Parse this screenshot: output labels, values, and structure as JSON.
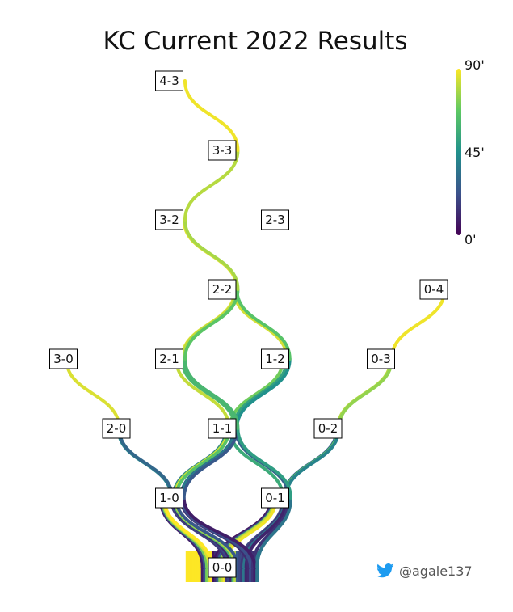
{
  "chart_data": {
    "type": "tree",
    "title": "KC Current 2022 Results",
    "colorbar": {
      "label_top": "90'",
      "label_mid": "45'",
      "label_bottom": "0'",
      "colors": [
        "#440154",
        "#3b528b",
        "#21918c",
        "#5ec962",
        "#fde725"
      ]
    },
    "nodes": [
      {
        "id": "0-0",
        "home": 0,
        "away": 0
      },
      {
        "id": "1-0",
        "home": 1,
        "away": 0
      },
      {
        "id": "0-1",
        "home": 0,
        "away": 1
      },
      {
        "id": "2-0",
        "home": 2,
        "away": 0
      },
      {
        "id": "1-1",
        "home": 1,
        "away": 1
      },
      {
        "id": "0-2",
        "home": 0,
        "away": 2
      },
      {
        "id": "3-0",
        "home": 3,
        "away": 0
      },
      {
        "id": "2-1",
        "home": 2,
        "away": 1
      },
      {
        "id": "1-2",
        "home": 1,
        "away": 2
      },
      {
        "id": "0-3",
        "home": 0,
        "away": 3
      },
      {
        "id": "2-2",
        "home": 2,
        "away": 2
      },
      {
        "id": "0-4",
        "home": 0,
        "away": 4
      },
      {
        "id": "3-2",
        "home": 3,
        "away": 2
      },
      {
        "id": "2-3",
        "home": 2,
        "away": 3
      },
      {
        "id": "3-3",
        "home": 3,
        "away": 3
      },
      {
        "id": "4-3",
        "home": 4,
        "away": 3
      }
    ],
    "matches": [
      {
        "goals": []
      },
      {
        "goals": []
      },
      {
        "goals": []
      },
      {
        "goals": []
      },
      {
        "goals": []
      },
      {
        "goals": []
      },
      {
        "goals": []
      },
      {
        "goals": [
          {
            "side": "home",
            "minute": 8
          }
        ]
      },
      {
        "goals": [
          {
            "side": "home",
            "minute": 22
          }
        ]
      },
      {
        "goals": [
          {
            "side": "home",
            "minute": 70
          }
        ]
      },
      {
        "goals": [
          {
            "side": "home",
            "minute": 85
          }
        ]
      },
      {
        "goals": [
          {
            "side": "home",
            "minute": 90
          }
        ]
      },
      {
        "goals": [
          {
            "side": "away",
            "minute": 5
          }
        ]
      },
      {
        "goals": [
          {
            "side": "away",
            "minute": 12
          }
        ]
      },
      {
        "goals": [
          {
            "side": "away",
            "minute": 30
          }
        ]
      },
      {
        "goals": [
          {
            "side": "away",
            "minute": 75
          }
        ]
      },
      {
        "goals": [
          {
            "side": "away",
            "minute": 82
          }
        ]
      },
      {
        "goals": [
          {
            "side": "away",
            "minute": 88
          }
        ]
      },
      {
        "goals": [
          {
            "side": "home",
            "minute": 15
          },
          {
            "side": "home",
            "minute": 40
          }
        ]
      },
      {
        "goals": [
          {
            "side": "home",
            "minute": 20
          },
          {
            "side": "home",
            "minute": 30
          },
          {
            "side": "home",
            "minute": 85
          }
        ]
      },
      {
        "goals": [
          {
            "side": "home",
            "minute": 10
          },
          {
            "side": "away",
            "minute": 35
          }
        ]
      },
      {
        "goals": [
          {
            "side": "home",
            "minute": 60
          },
          {
            "side": "away",
            "minute": 70
          }
        ]
      },
      {
        "goals": [
          {
            "side": "home",
            "minute": 80
          },
          {
            "side": "away",
            "minute": 88
          }
        ]
      },
      {
        "goals": [
          {
            "side": "home",
            "minute": 25
          },
          {
            "side": "away",
            "minute": 65
          },
          {
            "side": "home",
            "minute": 82
          }
        ]
      },
      {
        "goals": [
          {
            "side": "away",
            "minute": 20
          },
          {
            "side": "home",
            "minute": 55
          },
          {
            "side": "away",
            "minute": 70
          }
        ]
      },
      {
        "goals": [
          {
            "side": "away",
            "minute": 15
          },
          {
            "side": "away",
            "minute": 28
          }
        ]
      },
      {
        "goals": [
          {
            "side": "away",
            "minute": 35
          },
          {
            "side": "away",
            "minute": 65
          },
          {
            "side": "away",
            "minute": 80
          }
        ]
      },
      {
        "goals": [
          {
            "side": "away",
            "minute": 10
          },
          {
            "side": "away",
            "minute": 40
          },
          {
            "side": "away",
            "minute": 75
          },
          {
            "side": "away",
            "minute": 88
          }
        ]
      },
      {
        "goals": [
          {
            "side": "home",
            "minute": 12
          },
          {
            "side": "away",
            "minute": 30
          },
          {
            "side": "away",
            "minute": 52
          },
          {
            "side": "home",
            "minute": 84
          }
        ]
      },
      {
        "goals": [
          {
            "side": "home",
            "minute": 22
          },
          {
            "side": "away",
            "minute": 38
          },
          {
            "side": "home",
            "minute": 62
          },
          {
            "side": "away",
            "minute": 86
          }
        ]
      },
      {
        "goals": [
          {
            "side": "away",
            "minute": 14
          },
          {
            "side": "home",
            "minute": 28
          },
          {
            "side": "home",
            "minute": 60
          },
          {
            "side": "away",
            "minute": 80
          }
        ]
      },
      {
        "goals": [
          {
            "side": "home",
            "minute": 8
          },
          {
            "side": "away",
            "minute": 25
          },
          {
            "side": "away",
            "minute": 45
          },
          {
            "side": "home",
            "minute": 65
          },
          {
            "side": "home",
            "minute": 86
          }
        ]
      },
      {
        "goals": [
          {
            "side": "away",
            "minute": 35
          },
          {
            "side": "home",
            "minute": 50
          },
          {
            "side": "home",
            "minute": 60
          },
          {
            "side": "away",
            "minute": 66
          },
          {
            "side": "home",
            "minute": 78
          },
          {
            "side": "away",
            "minute": 80
          },
          {
            "side": "home",
            "minute": 88
          }
        ]
      }
    ]
  },
  "credit": {
    "icon": "twitter-bird-icon",
    "handle": "@agale137",
    "icon_color": "#1d9bf0"
  }
}
